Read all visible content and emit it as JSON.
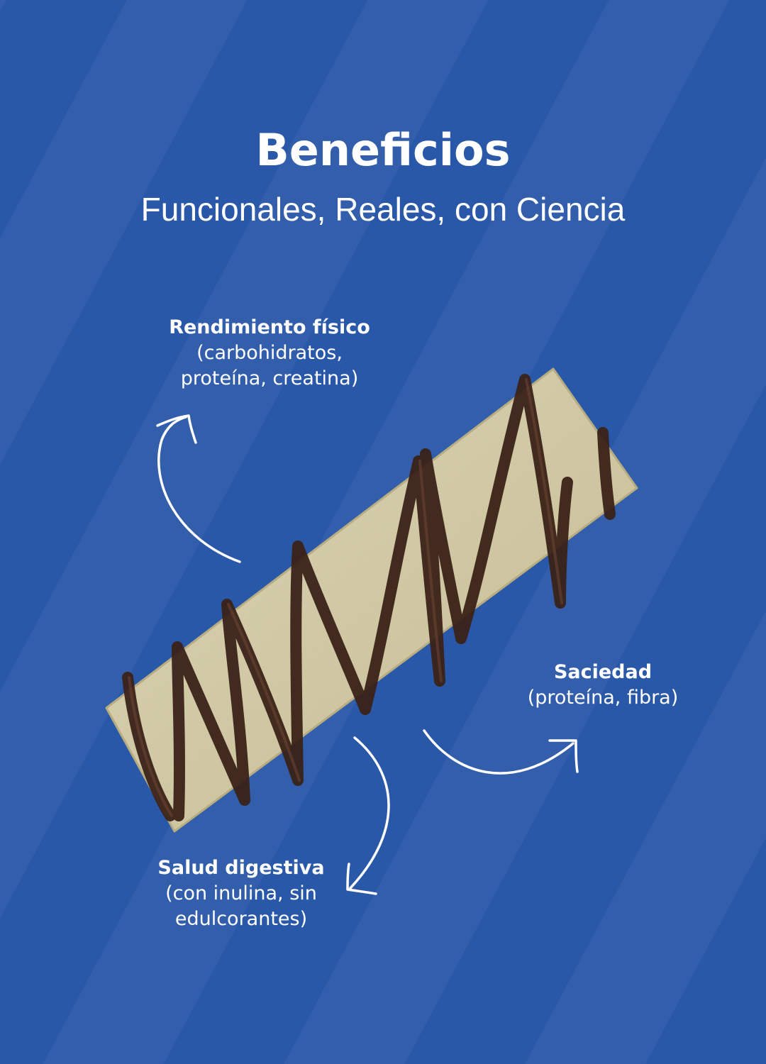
{
  "header": {
    "title": "Beneficios",
    "subtitle": "Funcionales, Reales, con Ciencia"
  },
  "benefits": [
    {
      "title": "Rendimiento físico",
      "detail_line1": "(carbohidratos,",
      "detail_line2": "proteína, creatina)"
    },
    {
      "title": "Saciedad",
      "detail_line1": "(proteína, fibra)",
      "detail_line2": ""
    },
    {
      "title": "Salud digestiva",
      "detail_line1": "(con inulina, sin",
      "detail_line2": "edulcorantes)"
    }
  ],
  "colors": {
    "background": "#2a58a8",
    "text": "#ffffff",
    "bar": "#d9d2ae",
    "chocolate": "#3a2218",
    "arrow": "#ffffff"
  },
  "icons": [
    "curved-arrow-icon"
  ]
}
